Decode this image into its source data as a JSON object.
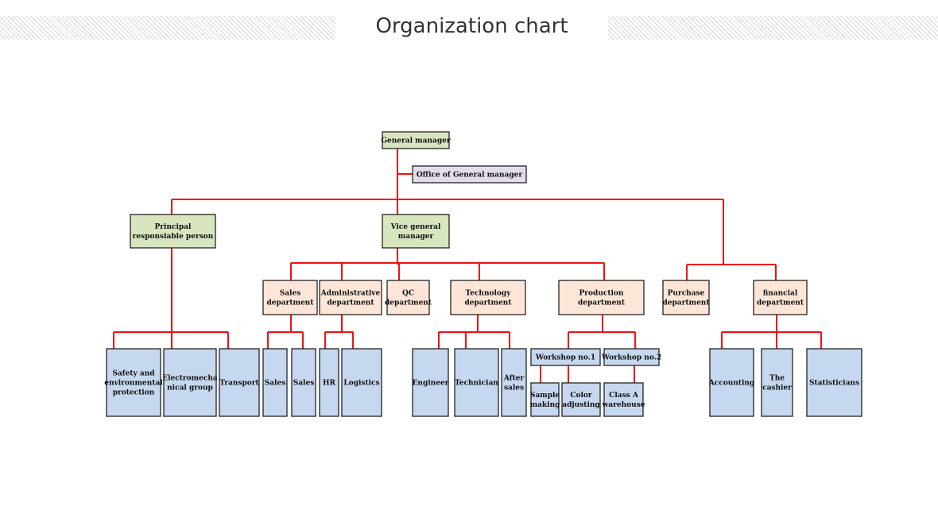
{
  "page": {
    "title": "Organization chart"
  },
  "colors": {
    "line": "#ee1111",
    "border": "#222222",
    "green": "#d8e6bf",
    "purple": "#e3dcea",
    "peach": "#fde6d8",
    "blue": "#c6d8ef"
  },
  "nodes": [
    {
      "id": "gm",
      "text": "General manager",
      "color": "green"
    },
    {
      "id": "office",
      "text": "Office of General manager",
      "color": "purple"
    },
    {
      "id": "principal",
      "text": "Principal responsiable person",
      "color": "green"
    },
    {
      "id": "vgm",
      "text": "Vice general manager",
      "color": "green"
    },
    {
      "id": "sales_dept",
      "text": "Sales department",
      "color": "peach"
    },
    {
      "id": "admin_dept",
      "text": "Administrative department",
      "color": "peach"
    },
    {
      "id": "qc_dept",
      "text": "QC department",
      "color": "peach"
    },
    {
      "id": "tech_dept",
      "text": "Technology department",
      "color": "peach"
    },
    {
      "id": "prod_dept",
      "text": "Production department",
      "color": "peach"
    },
    {
      "id": "purchase_dept",
      "text": "Purchase department",
      "color": "peach"
    },
    {
      "id": "fin_dept",
      "text": "financial department",
      "color": "peach"
    },
    {
      "id": "safety",
      "text": "Safety and environmental protection",
      "color": "blue"
    },
    {
      "id": "electro",
      "text": "Electromechanical group",
      "color": "blue"
    },
    {
      "id": "transport",
      "text": "Transport",
      "color": "blue"
    },
    {
      "id": "sales1",
      "text": "Sales",
      "color": "blue"
    },
    {
      "id": "sales2",
      "text": "Sales",
      "color": "blue"
    },
    {
      "id": "hr",
      "text": "HR",
      "color": "blue"
    },
    {
      "id": "logistics",
      "text": "Logistics",
      "color": "blue"
    },
    {
      "id": "engineer",
      "text": "Engineer",
      "color": "blue"
    },
    {
      "id": "technician",
      "text": "Technician",
      "color": "blue"
    },
    {
      "id": "after_sales",
      "text": "After sales",
      "color": "blue"
    },
    {
      "id": "ws1",
      "text": "Workshop no.1",
      "color": "blue"
    },
    {
      "id": "ws2",
      "text": "Workshop no.2",
      "color": "blue"
    },
    {
      "id": "sample",
      "text": "Sample making",
      "color": "blue"
    },
    {
      "id": "color_adj",
      "text": "Color adjusting",
      "color": "blue"
    },
    {
      "id": "class_a",
      "text": "Class A warehouse",
      "color": "blue"
    },
    {
      "id": "accounting",
      "text": "Accounting",
      "color": "blue"
    },
    {
      "id": "cashier",
      "text": "The cashier",
      "color": "blue"
    },
    {
      "id": "statisticians",
      "text": "Statisticians",
      "color": "blue"
    }
  ]
}
